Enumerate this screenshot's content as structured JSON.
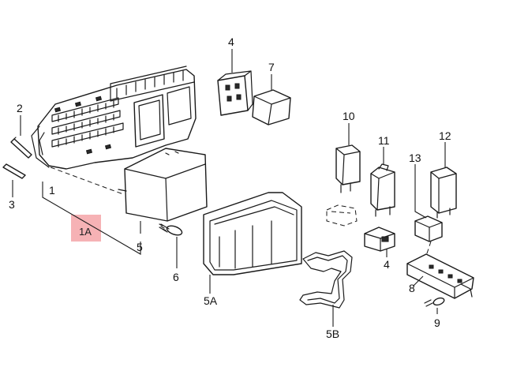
{
  "highlight": {
    "label": "1A",
    "color": "#f4a4a8"
  },
  "callouts": {
    "c1": "1",
    "c2": "2",
    "c3": "3",
    "c4_top": "4",
    "c4_bottom": "4",
    "c5": "5",
    "c5A": "5A",
    "c5B": "5B",
    "c6": "6",
    "c7": "7",
    "c8": "8",
    "c9": "9",
    "c10": "10",
    "c11": "11",
    "c12": "12",
    "c13": "13"
  }
}
